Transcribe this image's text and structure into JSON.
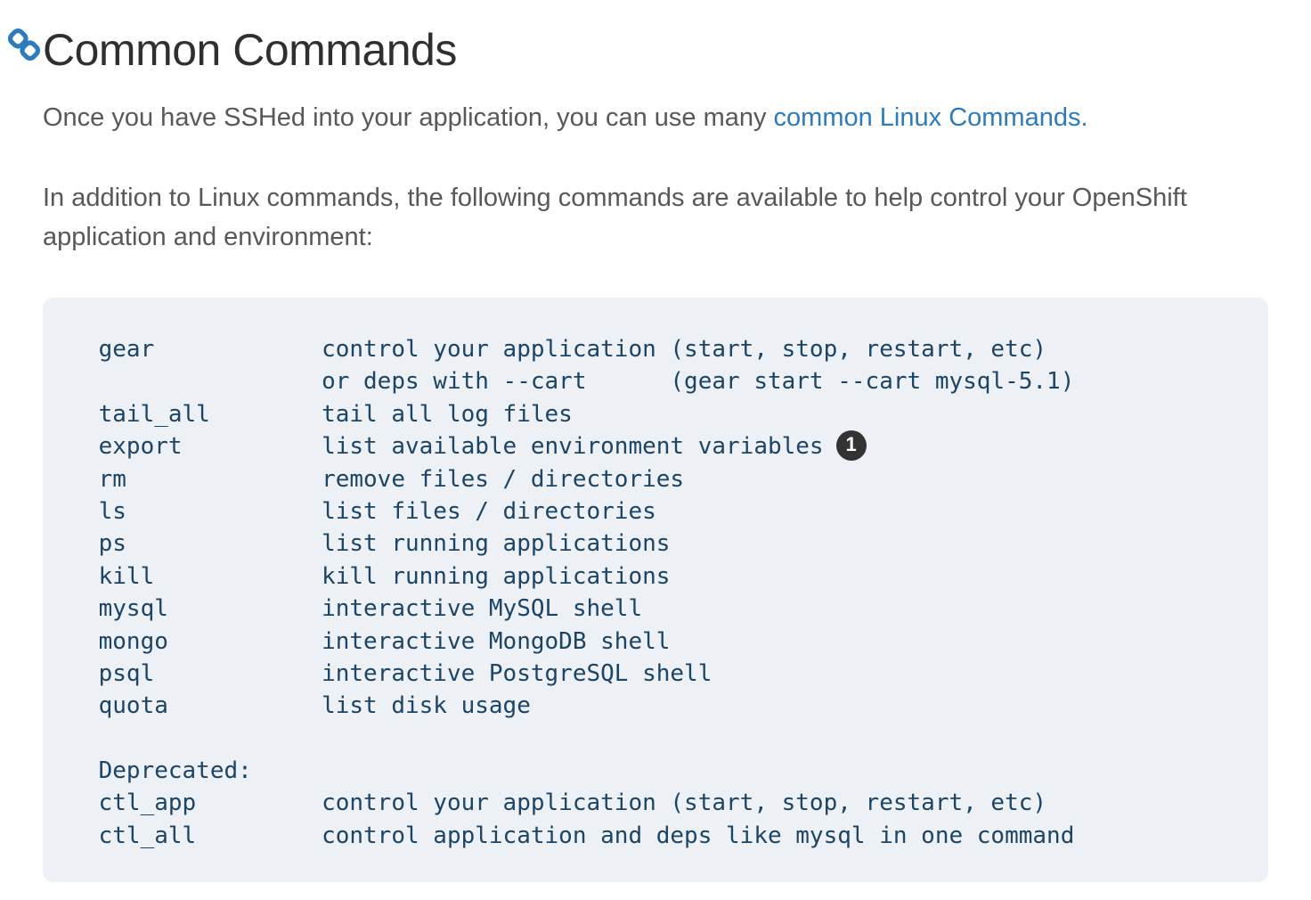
{
  "accent_color": "#2b7bbd",
  "heading": {
    "title": "Common Commands",
    "anchor_icon": "chain-link-icon"
  },
  "intro": {
    "before_link": "Once you have SSHed into your application, you can use many ",
    "link_text": "common Linux Commands",
    "after_link": "."
  },
  "description": "In addition to Linux commands, the following commands are available to help control your OpenShift application and environment:",
  "code_block": {
    "background": "#edf1f5",
    "text_color": "#1c4466",
    "callout": {
      "label": "1",
      "line_index": 3
    },
    "lines": [
      "    gear            control your application (start, stop, restart, etc)",
      "                    or deps with --cart      (gear start --cart mysql-5.1)",
      "    tail_all        tail all log files",
      "    export          list available environment variables",
      "    rm              remove files / directories",
      "    ls              list files / directories",
      "    ps              list running applications",
      "    kill            kill running applications",
      "    mysql           interactive MySQL shell",
      "    mongo           interactive MongoDB shell",
      "    psql            interactive PostgreSQL shell",
      "    quota           list disk usage",
      "",
      "    Deprecated:",
      "    ctl_app         control your application (start, stop, restart, etc)",
      "    ctl_all         control application and deps like mysql in one command"
    ]
  }
}
